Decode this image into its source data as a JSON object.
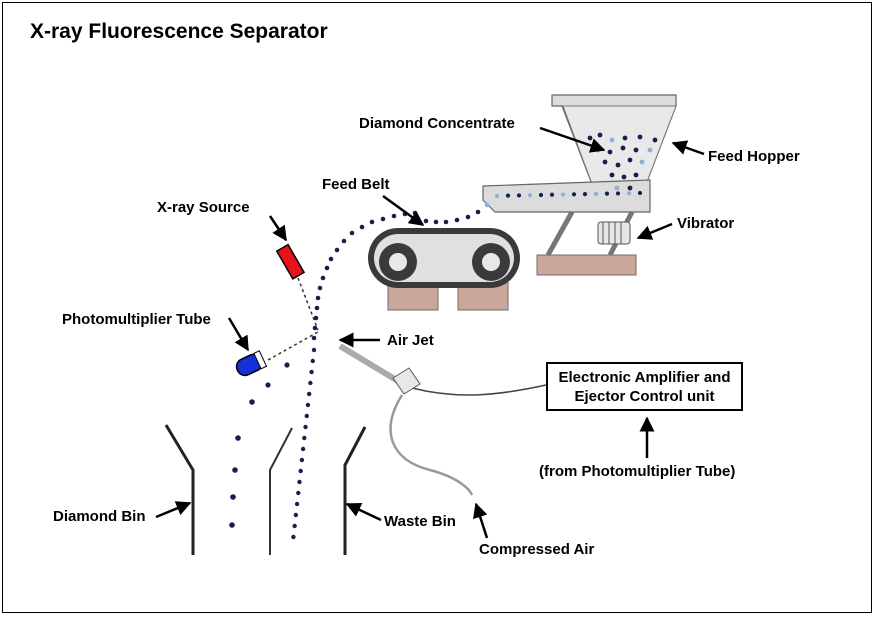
{
  "title": "X-ray Fluorescence Separator",
  "labels": {
    "diamond_concentrate": "Diamond Concentrate",
    "feed_hopper": "Feed Hopper",
    "feed_belt": "Feed Belt",
    "vibrator": "Vibrator",
    "xray_source": "X-ray Source",
    "photomultiplier_tube": "Photomultiplier Tube",
    "air_jet": "Air Jet",
    "control_unit_line1": "Electronic Amplifier and",
    "control_unit_line2": "Ejector Control unit",
    "from_pmt": "(from Photomultiplier Tube)",
    "diamond_bin": "Diamond Bin",
    "waste_bin": "Waste Bin",
    "compressed_air": "Compressed Air"
  },
  "colors": {
    "xray_source": "#e8121a",
    "photomultiplier": "#1530d8",
    "particle": "#1a1d4e",
    "diamond_particle": "#8fb0d8",
    "machine_gray": "#dcdcdc",
    "base_brown": "#c9a79a"
  }
}
